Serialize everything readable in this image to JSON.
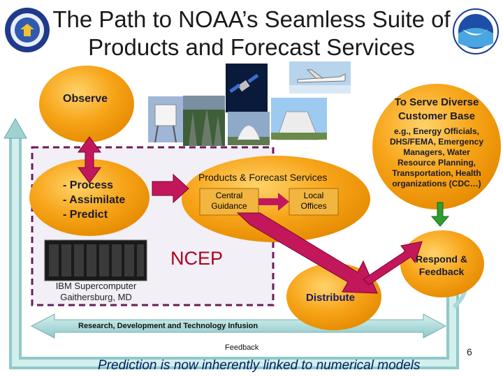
{
  "title_line1": "The Path to NOAA’s Seamless Suite of",
  "title_line2": "Products and Forecast Services",
  "observe": "Observe",
  "process_items": [
    "- Process",
    "- Assimilate",
    "- Predict"
  ],
  "products_title": "Products & Forecast Services",
  "central_guidance": [
    "Central",
    "Guidance"
  ],
  "local_offices": [
    "Local",
    "Offices"
  ],
  "ncep": "NCEP",
  "serve_title": [
    "To Serve Diverse",
    "Customer Base"
  ],
  "serve_detail": [
    "e.g., Energy Officials,",
    "DHS/FEMA, Emergency",
    "Managers, Water",
    "Resource Planning,",
    "Transportation, Health",
    "organizations (CDC…)"
  ],
  "respond": [
    "Respond &",
    "Feedback"
  ],
  "distribute": "Distribute",
  "supercomputer": [
    "IBM Supercomputer",
    "Gaithersburg, MD"
  ],
  "research": "Research, Development and Technology Infusion",
  "feedback": "Feedback",
  "footer": "Prediction is now inherently linked to numerical models",
  "page_number": "6",
  "colors": {
    "orange": "#f5a20a",
    "arrow_red": "#c2185b",
    "teal": "#a8d8d8",
    "dash": "#6a1b5a"
  },
  "icons": [
    "commerce-seal-icon",
    "noaa-logo-icon"
  ]
}
